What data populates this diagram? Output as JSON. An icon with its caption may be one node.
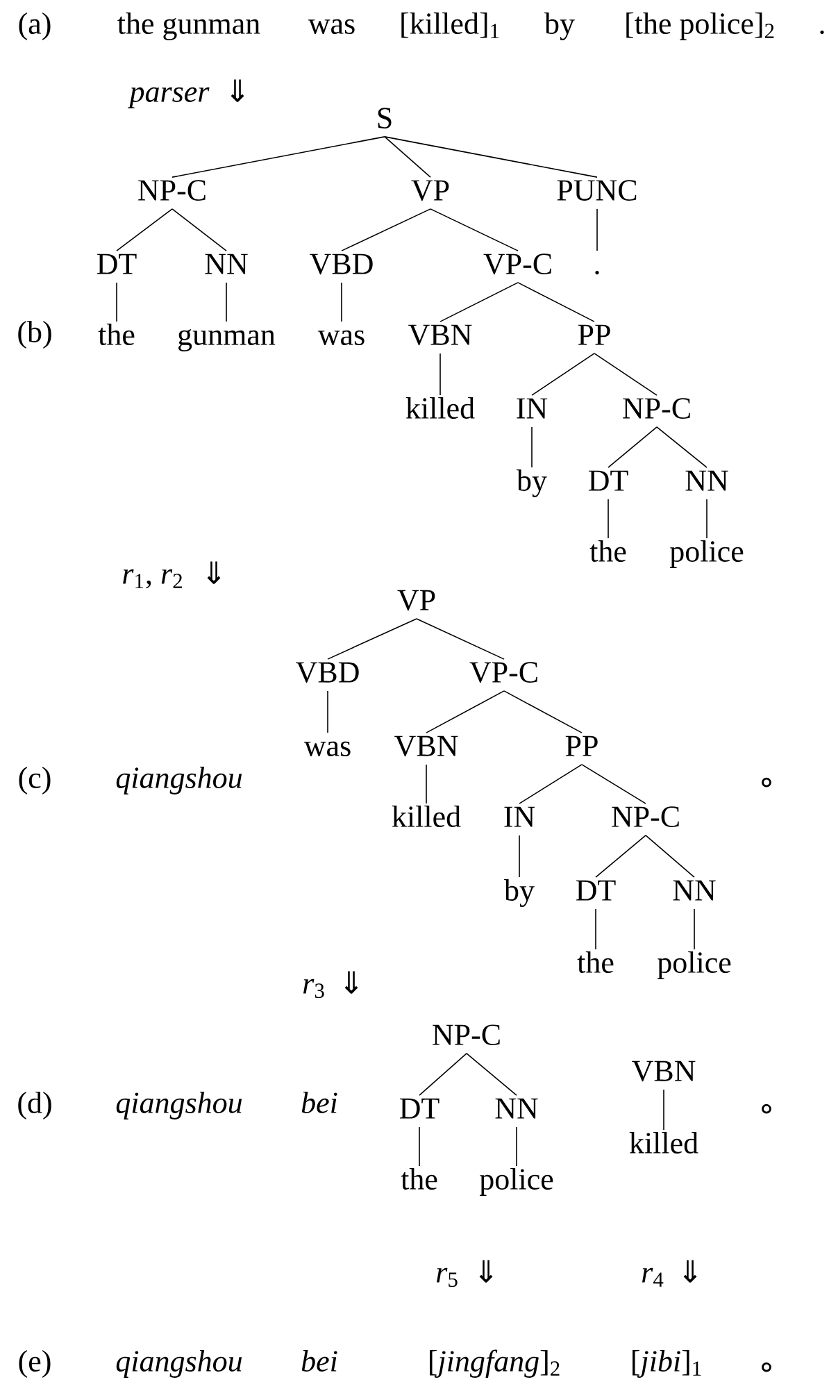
{
  "diagram": {
    "nodes": [
      {
        "text": [
          "S"
        ]
      },
      {
        "text": [
          "NP-C"
        ]
      },
      {
        "text": [
          "VP"
        ]
      },
      {
        "text": [
          "PUNC"
        ]
      },
      {
        "text": [
          "DT"
        ]
      },
      {
        "text": [
          "NN"
        ]
      },
      {
        "text": [
          "VBD"
        ]
      },
      {
        "text": [
          "VP-C"
        ]
      },
      {
        "text": [
          "."
        ]
      },
      {
        "text": [
          "the"
        ]
      },
      {
        "text": [
          "gunman"
        ]
      },
      {
        "text": [
          "was"
        ]
      },
      {
        "text": [
          "VBN"
        ]
      },
      {
        "text": [
          "PP"
        ]
      },
      {
        "text": [
          "killed"
        ]
      },
      {
        "text": [
          "IN"
        ]
      },
      {
        "text": [
          "NP-C"
        ]
      },
      {
        "text": [
          "by"
        ]
      },
      {
        "text": [
          "DT"
        ]
      },
      {
        "text": [
          "NN"
        ]
      },
      {
        "text": [
          "the"
        ]
      },
      {
        "text": [
          "police"
        ]
      },
      {
        "text": [
          "VP"
        ]
      },
      {
        "text": [
          "VBD"
        ]
      },
      {
        "text": [
          "VP-C"
        ]
      },
      {
        "text": [
          "was"
        ]
      },
      {
        "text": [
          "VBN"
        ]
      },
      {
        "text": [
          "PP"
        ]
      },
      {
        "text": [
          "killed"
        ]
      },
      {
        "text": [
          "IN"
        ]
      },
      {
        "text": [
          "NP-C"
        ]
      },
      {
        "text": [
          "by"
        ]
      },
      {
        "text": [
          "DT"
        ]
      },
      {
        "text": [
          "NN"
        ]
      },
      {
        "text": [
          "the"
        ]
      },
      {
        "text": [
          "police"
        ]
      },
      {
        "text": [
          "NP-C"
        ]
      },
      {
        "text": [
          "VBN"
        ]
      },
      {
        "text": [
          "DT"
        ]
      },
      {
        "text": [
          "NN"
        ]
      },
      {
        "text": [
          "killed"
        ]
      },
      {
        "text": [
          "the"
        ]
      },
      {
        "text": [
          "police"
        ]
      }
    ],
    "edges": [
      {
        "from": 0,
        "to": 1,
        "arrow": "none"
      },
      {
        "from": 0,
        "to": 2,
        "arrow": "none"
      },
      {
        "from": 0,
        "to": 3,
        "arrow": "none"
      },
      {
        "from": 1,
        "to": 4,
        "arrow": "none"
      },
      {
        "from": 1,
        "to": 5,
        "arrow": "none"
      },
      {
        "from": 2,
        "to": 6,
        "arrow": "none"
      },
      {
        "from": 2,
        "to": 7,
        "arrow": "none"
      },
      {
        "from": 3,
        "to": 8,
        "arrow": "none"
      },
      {
        "from": 4,
        "to": 9,
        "arrow": "none"
      },
      {
        "from": 5,
        "to": 10,
        "arrow": "none"
      },
      {
        "from": 6,
        "to": 11,
        "arrow": "none"
      },
      {
        "from": 7,
        "to": 12,
        "arrow": "none"
      },
      {
        "from": 7,
        "to": 13,
        "arrow": "none"
      },
      {
        "from": 12,
        "to": 14,
        "arrow": "none"
      },
      {
        "from": 13,
        "to": 15,
        "arrow": "none"
      },
      {
        "from": 13,
        "to": 16,
        "arrow": "none"
      },
      {
        "from": 15,
        "to": 17,
        "arrow": "none"
      },
      {
        "from": 16,
        "to": 18,
        "arrow": "none"
      },
      {
        "from": 16,
        "to": 19,
        "arrow": "none"
      },
      {
        "from": 18,
        "to": 20,
        "arrow": "none"
      },
      {
        "from": 19,
        "to": 21,
        "arrow": "none"
      },
      {
        "from": 22,
        "to": 23,
        "arrow": "none"
      },
      {
        "from": 22,
        "to": 24,
        "arrow": "none"
      },
      {
        "from": 23,
        "to": 25,
        "arrow": "none"
      },
      {
        "from": 24,
        "to": 26,
        "arrow": "none"
      },
      {
        "from": 24,
        "to": 27,
        "arrow": "none"
      },
      {
        "from": 26,
        "to": 28,
        "arrow": "none"
      },
      {
        "from": 27,
        "to": 29,
        "arrow": "none"
      },
      {
        "from": 27,
        "to": 30,
        "arrow": "none"
      },
      {
        "from": 29,
        "to": 31,
        "arrow": "none"
      },
      {
        "from": 30,
        "to": 32,
        "arrow": "none"
      },
      {
        "from": 30,
        "to": 33,
        "arrow": "none"
      },
      {
        "from": 32,
        "to": 34,
        "arrow": "none"
      },
      {
        "from": 33,
        "to": 35,
        "arrow": "none"
      },
      {
        "from": 36,
        "to": 38,
        "arrow": "none"
      },
      {
        "from": 36,
        "to": 39,
        "arrow": "none"
      },
      {
        "from": 37,
        "to": 40,
        "arrow": "none"
      },
      {
        "from": 38,
        "to": 41,
        "arrow": "none"
      },
      {
        "from": 39,
        "to": 42,
        "arrow": "none"
      }
    ],
    "labels": [
      "(a)",
      "the gunman",
      "was",
      "[killed]$_{1}$",
      "by",
      "[the police]$_{2}$",
      ".",
      "parser",
      "⇓",
      "(b)",
      "*r*$_{1}$, *r*$_{2}$",
      "⇓",
      "(c)",
      "qiangshou",
      "∘",
      "*r*$_{3}$",
      "⇓",
      "(d)",
      "qiangshou",
      "bei",
      "∘",
      "*r*$_{5}$",
      "⇓",
      "*r*$_{4}$",
      "⇓",
      "(e)",
      "qiangshou",
      "bei",
      "[*jingfang*]$_{2}$",
      "[*jibi*]$_{1}$",
      "∘"
    ]
  }
}
